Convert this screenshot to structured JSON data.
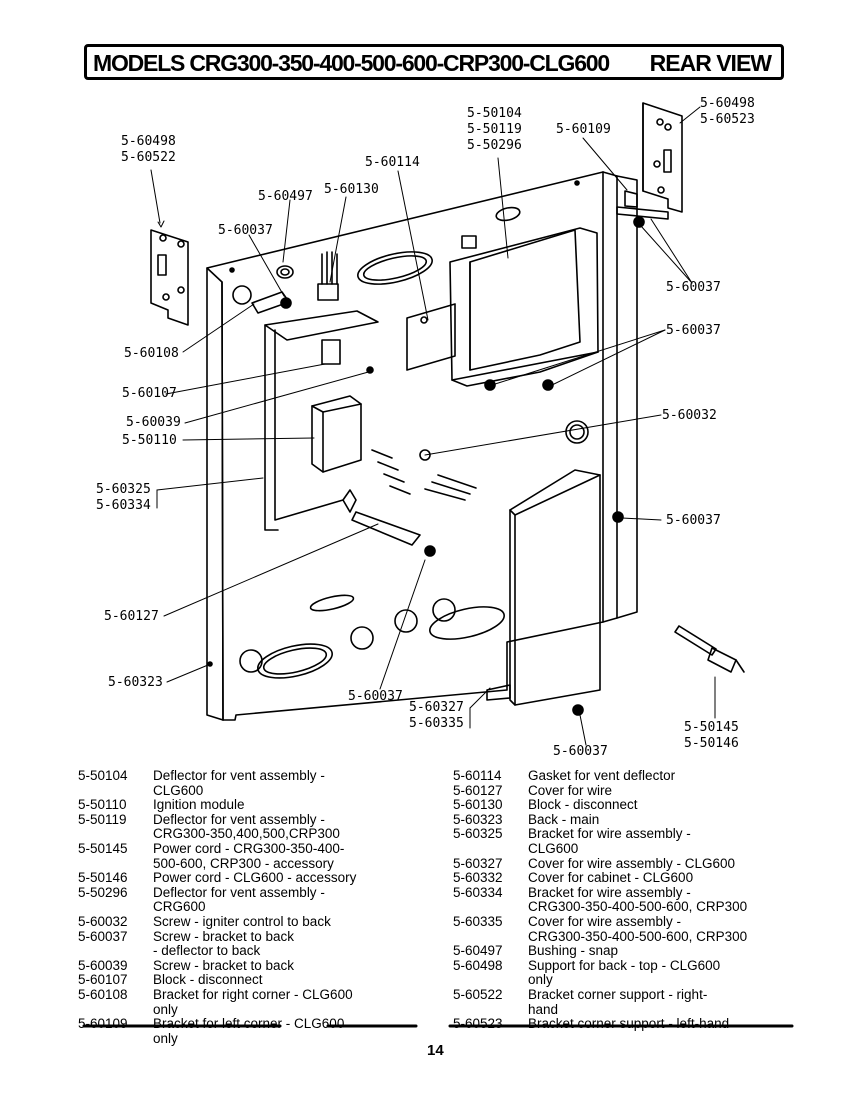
{
  "header": {
    "title": "MODELS CRG300-350-400-500-600-CRP300-CLG600",
    "view": "REAR VIEW"
  },
  "callouts": {
    "c_60498_60522": "5-60498\n5-60522",
    "c_60497": "5-60497",
    "c_60130": "5-60130",
    "c_60037_a": "5-60037",
    "c_60114": "5-60114",
    "c_50104_group": "5-50104\n5-50119\n5-50296",
    "c_60109": "5-60109",
    "c_60498_60523": "5-60498\n5-60523",
    "c_60037_b": "5-60037",
    "c_60037_c": "5-60037",
    "c_60108": "5-60108",
    "c_60107": "5-60107",
    "c_60039": "5-60039",
    "c_50110": "5-50110",
    "c_60032": "5-60032",
    "c_60325_60334": "5-60325\n5-60334",
    "c_60037_d": "5-60037",
    "c_60127": "5-60127",
    "c_60323": "5-60323",
    "c_60037_e": "5-60037",
    "c_60327_60335": "5-60327\n5-60335",
    "c_60037_f": "5-60037",
    "c_50145_50146": "5-50145\n5-50146"
  },
  "legend_left": [
    {
      "code": "5-50104",
      "desc": "Deflector for vent assembly -\nCLG600"
    },
    {
      "code": "5-50110",
      "desc": "Ignition module"
    },
    {
      "code": "5-50119",
      "desc": "Deflector for vent assembly -\nCRG300-350,400,500,CRP300"
    },
    {
      "code": "5-50145",
      "desc": "Power cord - CRG300-350-400-\n500-600, CRP300 - accessory"
    },
    {
      "code": "5-50146",
      "desc": "Power cord - CLG600 - accessory"
    },
    {
      "code": "5-50296",
      "desc": "Deflector for vent assembly -\nCRG600"
    },
    {
      "code": "5-60032",
      "desc": "Screw - igniter control to back"
    },
    {
      "code": "5-60037",
      "desc": "Screw - bracket to back\n- deflector to back"
    },
    {
      "code": "5-60039",
      "desc": "Screw - bracket to back"
    },
    {
      "code": "5-60107",
      "desc": "Block - disconnect"
    },
    {
      "code": "5-60108",
      "desc": "Bracket for right corner - CLG600\nonly"
    },
    {
      "code": "5-60109",
      "desc": "Bracket for left corner - CLG600\nonly"
    }
  ],
  "legend_right": [
    {
      "code": "5-60114",
      "desc": "Gasket for vent deflector"
    },
    {
      "code": "5-60127",
      "desc": "Cover for wire"
    },
    {
      "code": "5-60130",
      "desc": "Block - disconnect"
    },
    {
      "code": "5-60323",
      "desc": "Back - main"
    },
    {
      "code": "5-60325",
      "desc": "Bracket for wire assembly -\nCLG600"
    },
    {
      "code": "5-60327",
      "desc": "Cover for wire assembly - CLG600"
    },
    {
      "code": "5-60332",
      "desc": "Cover for cabinet - CLG600"
    },
    {
      "code": "5-60334",
      "desc": "Bracket for wire assembly -\nCRG300-350-400-500-600, CRP300"
    },
    {
      "code": "5-60335",
      "desc": "Cover for wire assembly -\nCRG300-350-400-500-600, CRP300"
    },
    {
      "code": "5-60497",
      "desc": "Bushing - snap"
    },
    {
      "code": "5-60498",
      "desc": "Support for back - top - CLG600\nonly"
    },
    {
      "code": "5-60522",
      "desc": "Bracket corner support - right-\nhand"
    },
    {
      "code": "5-60523",
      "desc": "Bracket corner support - left-hand"
    }
  ],
  "footer": {
    "page_number": "14"
  }
}
